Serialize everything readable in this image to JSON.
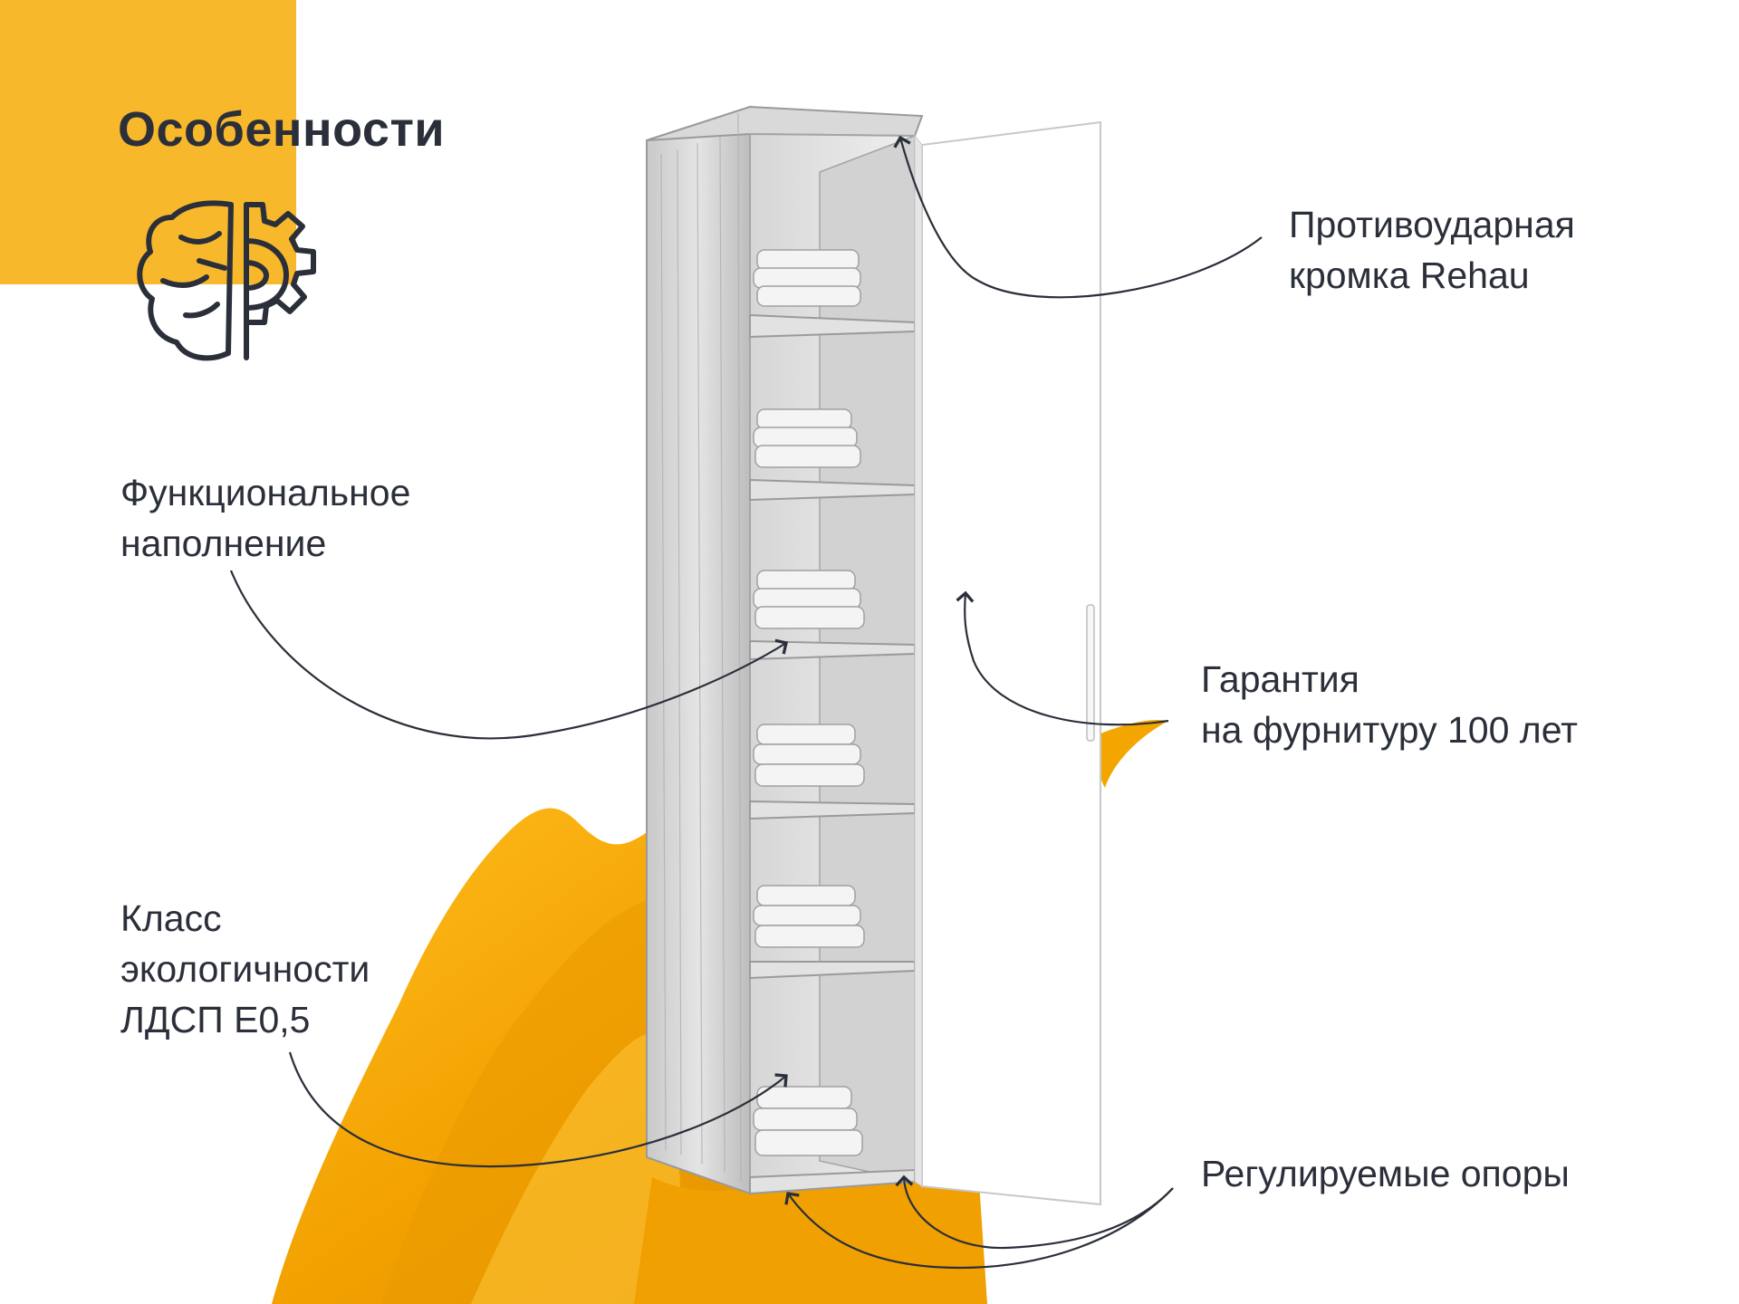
{
  "title": "Особенности",
  "colors": {
    "accent": "#F7B82B",
    "fabric": "#F4A600",
    "text": "#2b2f3a"
  },
  "icons": {
    "header": "brain-gear-icon"
  },
  "features": {
    "edge": {
      "line1": "Противоударная",
      "line2": "кромка Rehau"
    },
    "filling": {
      "line1": "Функциональное",
      "line2": "наполнение"
    },
    "warranty": {
      "line1": "Гарантия",
      "line2": "на фурнитуру 100 лет"
    },
    "eco": {
      "line1": "Класс",
      "line2": "экологичности",
      "line3": "ЛДСП Е0,5"
    },
    "legs": {
      "line1": "Регулируемые опоры"
    }
  }
}
